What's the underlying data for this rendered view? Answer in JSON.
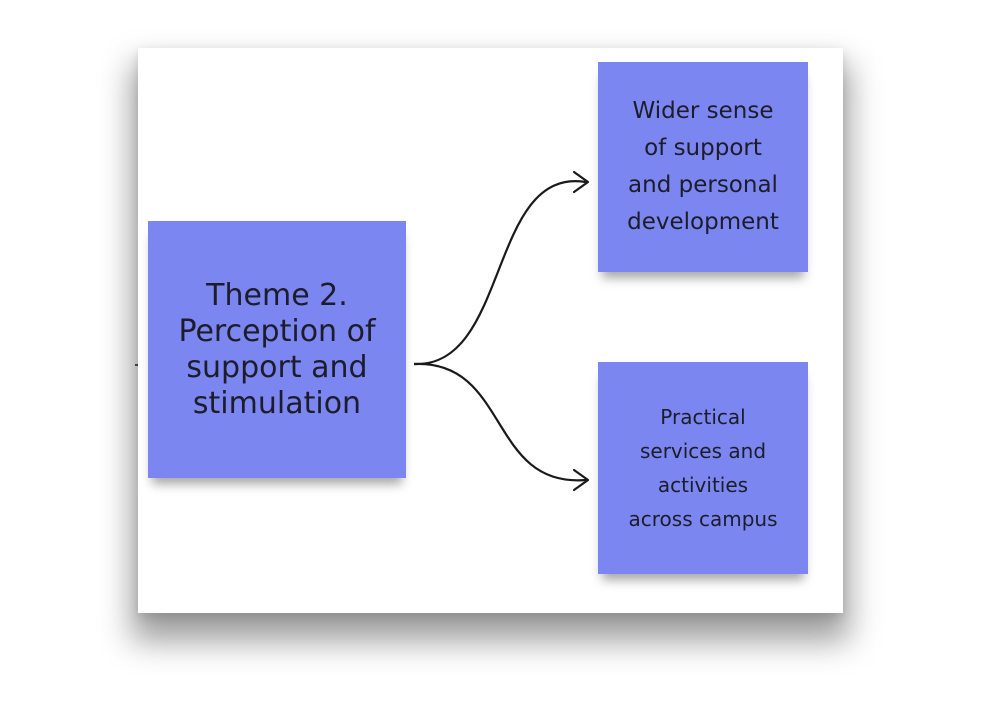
{
  "diagram": {
    "main_note": {
      "text": "Theme 2.\nPerception of\nsupport and\nstimulation"
    },
    "branch_top": {
      "text": "Wider sense\nof support\nand personal\ndevelopment"
    },
    "branch_bottom": {
      "text": "Practical\nservices and\nactivities\nacross campus"
    },
    "colors": {
      "note_fill": "#7c86f0",
      "text": "#1c1c2a",
      "connector": "#1a1a1a",
      "background": "#ffffff"
    }
  }
}
